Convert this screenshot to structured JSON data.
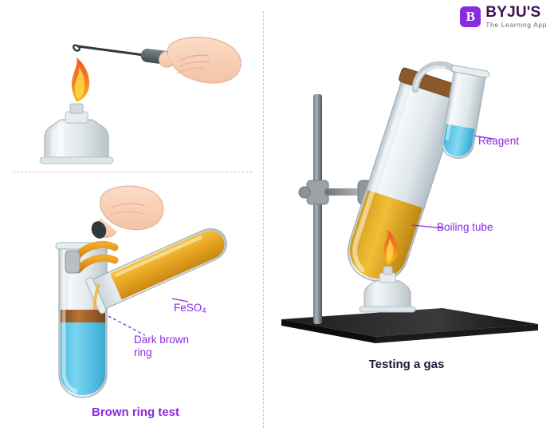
{
  "logo": {
    "mark_letter": "B",
    "name": "BYJU'S",
    "tagline": "The Learning App"
  },
  "captions": {
    "brown_ring_test": "Brown ring test",
    "testing_a_gas": "Testing a gas"
  },
  "labels": {
    "feso4_main": "FeSO",
    "feso4_sub": "4",
    "dark_brown_ring": "Dark brown\nring",
    "dark_brown_ring_line1": "Dark brown",
    "dark_brown_ring_line2": "ring",
    "reagent": "Reagent",
    "boiling_tube": "Boiling tube"
  },
  "colors": {
    "accent_purple": "#8a2be2",
    "divider_pink": "#f0b9c6",
    "flame_orange": "#f5821f",
    "liquid_blue": "#4ec3e8",
    "brown_ring": "#9a5a22",
    "feso4_yellow": "#e8a317",
    "glass_grey": "#d8dde0",
    "stand_dark": "#2b2b2b",
    "skin": "#f8cfb4",
    "caption_dark": "#1a1a3c"
  },
  "figures": {
    "top_left": "hand holding a metal spatula over a lit spirit lamp",
    "bottom_left": "hand holding a test tube of FeSO4 tilted over an upright test tube containing blue liquid with a dark brown ring",
    "right": "boiling tube clamped on a retort stand over a flame, with a delivery tube leading to a reagent test tube"
  }
}
